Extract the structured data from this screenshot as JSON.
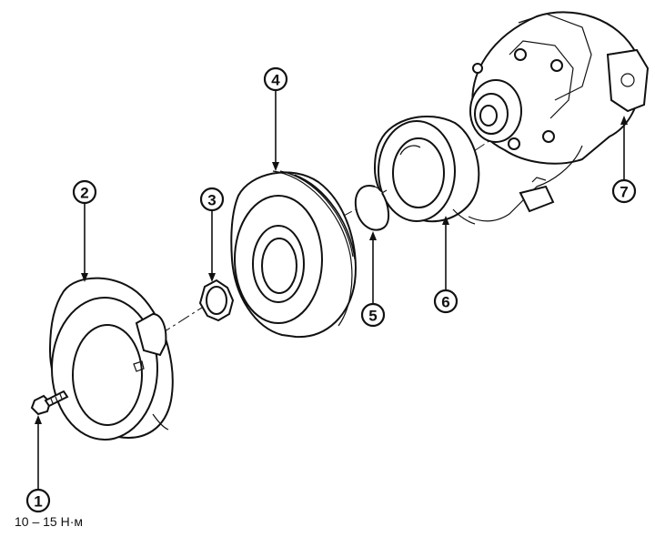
{
  "callouts": [
    {
      "id": "1",
      "label": "1",
      "part": "bolt"
    },
    {
      "id": "2",
      "label": "2",
      "part": "clutch-hub"
    },
    {
      "id": "3",
      "label": "3",
      "part": "shim"
    },
    {
      "id": "4",
      "label": "4",
      "part": "pulley"
    },
    {
      "id": "5",
      "label": "5",
      "part": "snap-ring"
    },
    {
      "id": "6",
      "label": "6",
      "part": "field-coil"
    },
    {
      "id": "7",
      "label": "7",
      "part": "compressor"
    }
  ],
  "torque_spec": "10 – 15 Н·м",
  "colors": {
    "line": "#111111",
    "background": "#ffffff"
  }
}
